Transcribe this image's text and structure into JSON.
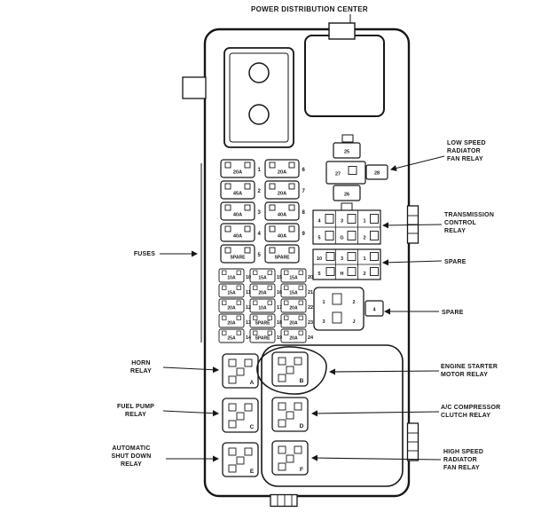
{
  "title": "POWER DISTRIBUTION CENTER",
  "colors": {
    "ink": "#161616",
    "background": "#ffffff"
  },
  "labels": {
    "fuses": "FUSES",
    "horn": [
      "HORN",
      "RELAY"
    ],
    "fuel_pump": [
      "FUEL PUMP",
      "RELAY"
    ],
    "asd": [
      "AUTOMATIC",
      "SHUT DOWN",
      "RELAY"
    ],
    "low_fan": [
      "LOW SPEED",
      "RADIATOR",
      "FAN RELAY"
    ],
    "tcm": [
      "TRANSMISSION",
      "CONTROL",
      "RELAY"
    ],
    "spare1": "SPARE",
    "spare2": "SPARE",
    "starter": [
      "ENGINE STARTER",
      "MOTOR RELAY"
    ],
    "ac": [
      "A/C COMPRESSOR",
      "CLUTCH RELAY"
    ],
    "high_fan": [
      "HIGH SPEED",
      "RADIATOR",
      "FAN RELAY"
    ]
  },
  "large_fuses": {
    "col1": [
      {
        "amp": "20A",
        "num": "1"
      },
      {
        "amp": "45A",
        "num": "2"
      },
      {
        "amp": "40A",
        "num": "3"
      },
      {
        "amp": "40A",
        "num": "4"
      },
      {
        "amp": "SPARE",
        "num": "5"
      }
    ],
    "col2": [
      {
        "amp": "20A",
        "num": "6"
      },
      {
        "amp": "20A",
        "num": "7"
      },
      {
        "amp": "40A",
        "num": "8"
      },
      {
        "amp": "40A",
        "num": "9"
      },
      {
        "amp": "SPARE",
        "num": ""
      }
    ]
  },
  "small_fuses": {
    "col1": [
      {
        "amp": "10A",
        "num": "10"
      },
      {
        "amp": "15A",
        "num": "11"
      },
      {
        "amp": "20A",
        "num": "12"
      },
      {
        "amp": "20A",
        "num": "13"
      },
      {
        "amp": "25A",
        "num": "14"
      }
    ],
    "col2": [
      {
        "amp": "15A",
        "num": "15"
      },
      {
        "amp": "20A",
        "num": "16"
      },
      {
        "amp": "10A",
        "num": "17"
      },
      {
        "amp": "SPARE",
        "num": "18"
      },
      {
        "amp": "SPARE",
        "num": "19"
      }
    ],
    "col3": [
      {
        "amp": "15A",
        "num": "20"
      },
      {
        "amp": "15A",
        "num": "21"
      },
      {
        "amp": "20A",
        "num": "22"
      },
      {
        "amp": "20A",
        "num": "23"
      },
      {
        "amp": "20A",
        "num": "24"
      }
    ]
  },
  "fan_relay_low": {
    "pin_top": "25",
    "pin_mid": "27",
    "pin_side": "28",
    "pin_bottom": "26"
  },
  "tcm_socket": {
    "pins": [
      "4",
      "3",
      "1",
      "5",
      "G",
      "2"
    ]
  },
  "spare_h_socket": {
    "pins": [
      "10",
      "3",
      "1",
      "5",
      "H",
      "2"
    ]
  },
  "spare_j_relay": {
    "pins": [
      "1",
      "2",
      "3",
      "J"
    ],
    "side_pin": "4"
  },
  "relays": {
    "a": "A",
    "b": "B",
    "c": "C",
    "d": "D",
    "e": "E",
    "f": "F"
  }
}
